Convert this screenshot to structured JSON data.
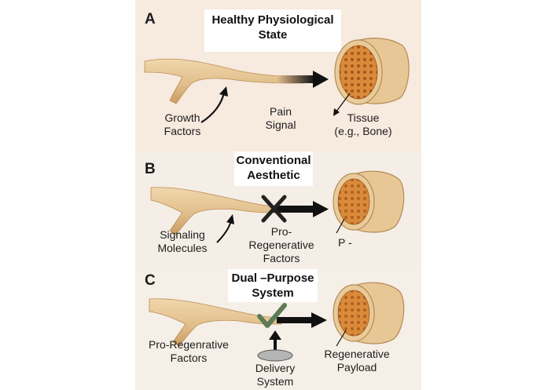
{
  "panels": [
    {
      "letter": "A",
      "title_line1": "Healthy Physiological",
      "title_line2": "State",
      "labels": {
        "left_line1": "Growth",
        "left_line2": "Factors",
        "middle_line1": "Pain",
        "middle_line2": "Signal",
        "right_line1": "Tissue",
        "right_line2": "(e.g., Bone)"
      }
    },
    {
      "letter": "B",
      "title_line1": "Conventional",
      "title_line2": "Aesthetic",
      "labels": {
        "left_line1": "Signaling",
        "left_line2": "Molecules",
        "middle_line1": "Pro-",
        "middle_line2": "Regenerative",
        "middle_line3": "Factors",
        "right_line1": "P -"
      }
    },
    {
      "letter": "C",
      "title_line1": "Dual –Purpose",
      "title_line2": "System",
      "labels": {
        "left_line1": "Pro-Regenrative",
        "left_line2": "Factors",
        "middle_line1": "Delivery",
        "middle_line2": "System",
        "right_line1": "Regenerative",
        "right_line2": "Payload"
      }
    }
  ],
  "colors": {
    "nerve": "#e2c08f",
    "bone_shell": "#e7c795",
    "marrow": "#d07a2c",
    "arrow": "#111111",
    "check": "#5d7c55",
    "cross": "#222222",
    "disc": "#b5b5b5"
  }
}
